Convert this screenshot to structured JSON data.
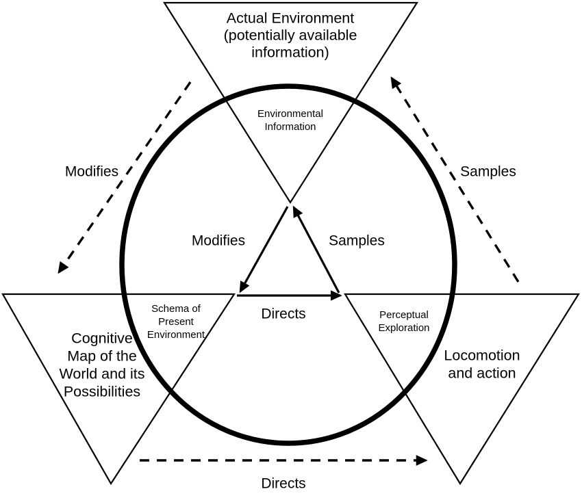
{
  "figure": {
    "title": "Perceptual cycle diagram",
    "background_color": "#ffffff",
    "line_color": "#000000"
  },
  "corner_nodes": [
    {
      "id": "actual-environment",
      "position": "top",
      "lines": [
        "Actual Environment",
        "(potentially available",
        "information)"
      ]
    },
    {
      "id": "cognitive-map",
      "position": "bottom-left",
      "lines": [
        "Cognitive",
        "Map of the",
        "World and its",
        "Possibilities"
      ]
    },
    {
      "id": "locomotion-action",
      "position": "bottom-right",
      "lines": [
        "Locomotion",
        "and action"
      ]
    }
  ],
  "inner_sector_labels": [
    {
      "id": "environmental-information",
      "position": "top",
      "lines": [
        "Environmental",
        "Information"
      ]
    },
    {
      "id": "schema-of-present-environment",
      "position": "bottom-left",
      "lines": [
        "Schema of",
        "Present",
        "Environment"
      ]
    },
    {
      "id": "perceptual-exploration",
      "position": "bottom-right",
      "lines": [
        "Perceptual",
        "Exploration"
      ]
    }
  ],
  "inner_arrows": [
    {
      "id": "inner-modifies",
      "label": "Modifies",
      "direction": "down-left",
      "from": "top-apex",
      "to": "bottom-left-vertex"
    },
    {
      "id": "inner-samples",
      "label": "Samples",
      "direction": "up-left",
      "from": "bottom-right-vertex",
      "to": "top-apex"
    },
    {
      "id": "inner-directs",
      "label": "Directs",
      "direction": "right",
      "from": "bottom-left-vertex",
      "to": "bottom-right-vertex"
    }
  ],
  "outer_arrows": [
    {
      "id": "outer-modifies",
      "label": "Modifies",
      "direction": "down-left",
      "style": "dashed"
    },
    {
      "id": "outer-samples",
      "label": "Samples",
      "direction": "up-right",
      "style": "dashed"
    },
    {
      "id": "outer-directs",
      "label": "Directs",
      "direction": "right",
      "style": "dashed"
    }
  ]
}
